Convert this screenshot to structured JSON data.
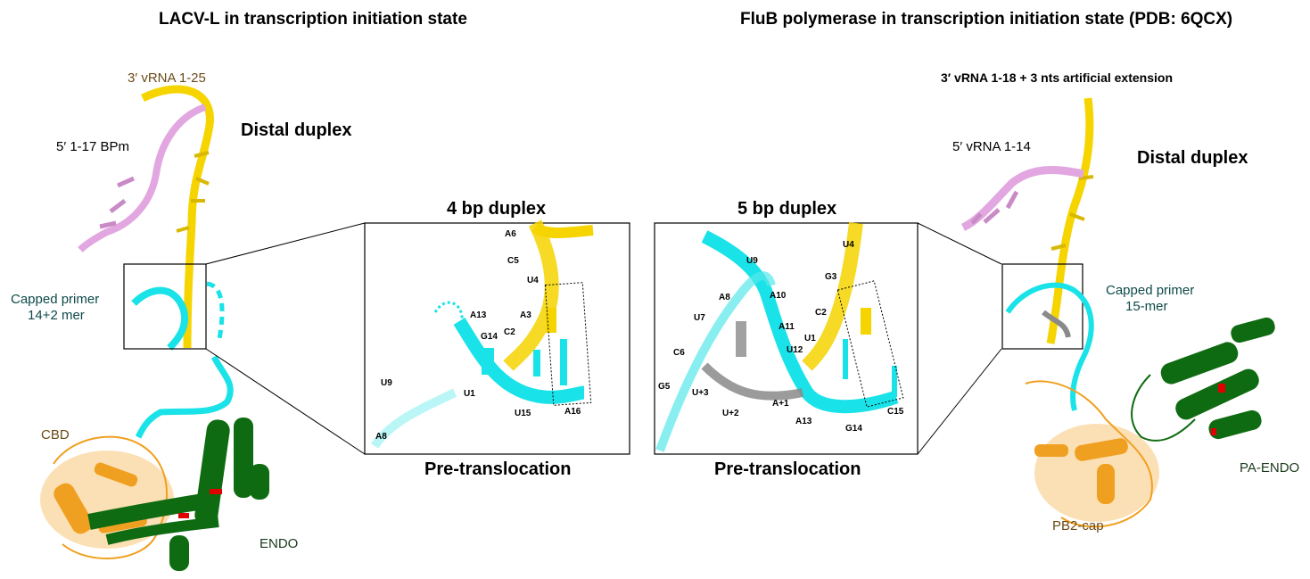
{
  "left_panel": {
    "title": "LACV-L in transcription initiation state",
    "vrna3": "3′ vRNA 1-25",
    "bpm5": "5′ 1-17 BPm",
    "distal": "Distal duplex",
    "capped1": "Capped primer",
    "capped2": "14+2 mer",
    "cbd": "CBD",
    "endo": "ENDO"
  },
  "inset_left": {
    "title": "4 bp duplex",
    "caption": "Pre-translocation",
    "nucleotides": [
      "A6",
      "C5",
      "U4",
      "A3",
      "C2",
      "A13",
      "G14",
      "U1",
      "U15",
      "A16",
      "U9",
      "A8"
    ]
  },
  "inset_right": {
    "title": "5 bp duplex",
    "caption": "Pre-translocation",
    "nucleotides": [
      "U4",
      "G3",
      "U9",
      "A8",
      "A10",
      "U7",
      "C2",
      "A11",
      "U1",
      "U12",
      "C6",
      "G5",
      "U+3",
      "A+1",
      "U+2",
      "A13",
      "G14",
      "C15"
    ]
  },
  "right_panel": {
    "title": "FluB polymerase in transcription initiation state (PDB: 6QCX)",
    "vrna3": "3′ vRNA 1-18 + 3 nts artificial extension",
    "vrna5": "5′ vRNA 1-14",
    "distal": "Distal duplex",
    "capped1": "Capped primer",
    "capped2": "15-mer",
    "paendo": "PA-ENDO",
    "pb2cap": "PB2-cap"
  },
  "colors": {
    "vrna3": "#f5d400",
    "vrna5": "#e2a7e0",
    "primer": "#19e3e8",
    "endo": "#0f6b12",
    "cap": "#f4a72a",
    "grey": "#8a8a8a",
    "red": "#e00000"
  }
}
